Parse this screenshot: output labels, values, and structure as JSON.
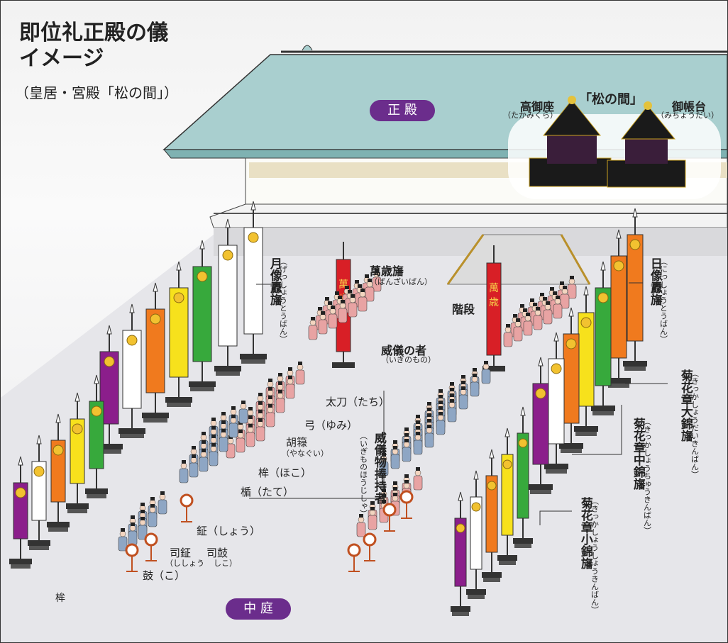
{
  "title": {
    "line1": "即位礼正殿の儀",
    "line2": "イメージ",
    "subtitle": "（皇居・宮殿「松の間」）"
  },
  "badges": {
    "seiden": "正 殿",
    "nakaniwa": "中 庭"
  },
  "labels": {
    "matsunoma": "「松の間」",
    "takamikura": "高御座",
    "takamikura_kana": "（たかみくら）",
    "michodai": "御帳台",
    "michodai_kana": "（みちょうだい）",
    "gekkei": "月像纛旛",
    "gekkei_kana": "（げっしょうとうばん）",
    "banzai": "萬歳旛",
    "banzai_kana": "（ばんざいばん）",
    "nichizo": "日像纛旛",
    "nichizo_kana": "（にっしょうとうばん）",
    "kaidan": "階段",
    "igi": "威儀の者",
    "igi_kana": "（いぎのもの）",
    "tachi": "太刀（たち）",
    "yumi": "弓（ゆみ）",
    "yanagui": "胡簶",
    "yanagui_kana": "（やなぐい）",
    "hoko": "桙（ほこ）",
    "tate": "楯（たて）",
    "igimono": "威儀物捧持者",
    "igimono_kana": "（いぎものほうじしゃ）",
    "sho": "鉦（しょう）",
    "shisho": "司鉦",
    "shisho_kana": "（ししょう",
    "shiko": "司鼓",
    "shiko_kana": "しこ）",
    "ko": "鼓（こ）",
    "hoko_pole": "桙",
    "dai": "菊花章大錦旛",
    "dai_kana": "（きっかしょうだいきんばん）",
    "chu": "菊花章中錦旛",
    "chu_kana": "（きっかしょうちゅうきんばん）",
    "sho_ban": "菊花章小錦旛",
    "sho_ban_kana": "（きっかしょうしょうきんばん）"
  },
  "banner_chars": {
    "banzai": "萬歳"
  },
  "colors": {
    "purple": "#8b1e8b",
    "white": "#ffffff",
    "orange": "#f07a1e",
    "yellow": "#f7e11c",
    "green": "#37a93c",
    "red": "#d81f26",
    "roof": "#a9cfcf",
    "badge": "#6b2d8c"
  }
}
